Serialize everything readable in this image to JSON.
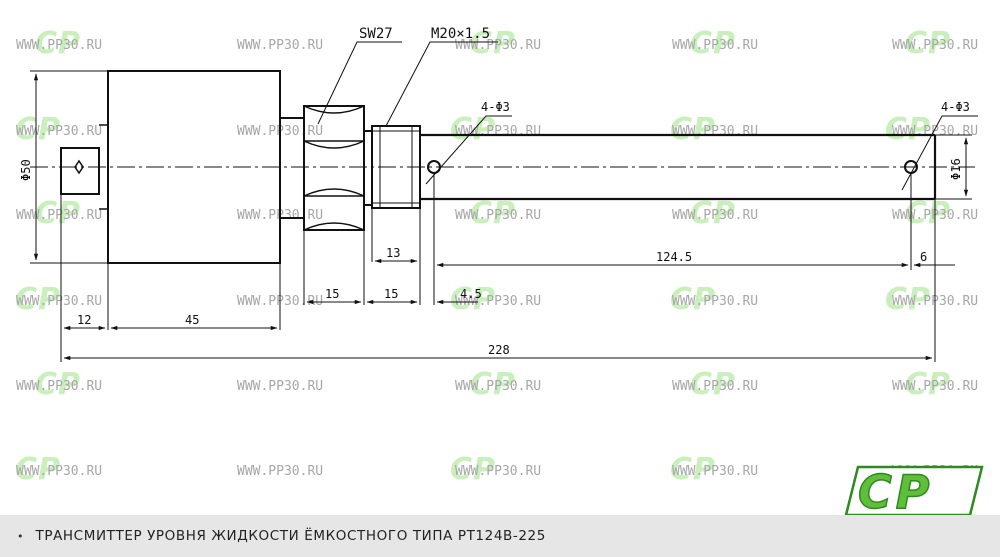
{
  "watermark": {
    "site": "WWW.PP30.RU",
    "logo": "СР"
  },
  "drawing": {
    "callout_sw": "SW27",
    "callout_thread": "M20×1.5",
    "callout_hole_left": "4-Φ3",
    "callout_hole_right": "4-Φ3",
    "dim_diameter_body": "Φ50",
    "dim_diameter_rod": "Φ16",
    "dim_12": "12",
    "dim_45": "45",
    "dim_15a": "15",
    "dim_15b": "15",
    "dim_13": "13",
    "dim_4_5": "4.5",
    "dim_124_5": "124.5",
    "dim_6": "6",
    "dim_228": "228"
  },
  "brand_logo": {
    "text": "СР",
    "colors": {
      "fill": "#5fbf3a",
      "edge": "#2f8a1e"
    }
  },
  "caption": {
    "bullet": "•",
    "text": "ТРАНСМИТТЕР УРОВНЯ ЖИДКОСТИ ЁМКОСТНОГО ТИПА  РТ124В-225"
  }
}
